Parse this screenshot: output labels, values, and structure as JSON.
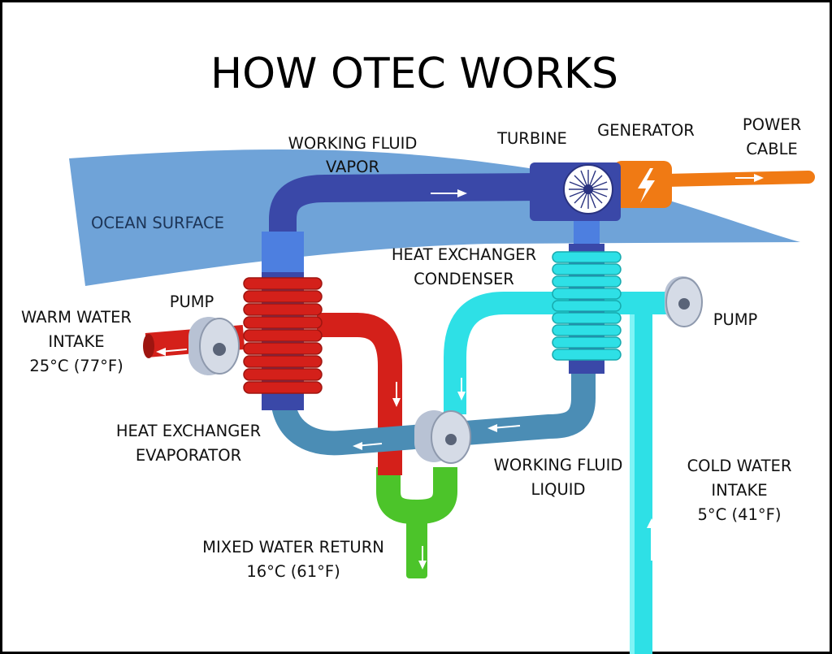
{
  "title": "HOW OTEC WORKS",
  "labels": {
    "ocean_surface": "OCEAN SURFACE",
    "vapor_line1": "WORKING FLUID",
    "vapor_line2": "VAPOR",
    "turbine": "TURBINE",
    "generator": "GENERATOR",
    "power_line1": "POWER",
    "power_line2": "CABLE",
    "condenser_line1": "HEAT EXCHANGER",
    "condenser_line2": "CONDENSER",
    "pump_left": "PUMP",
    "pump_right": "PUMP",
    "warm_line1": "WARM WATER",
    "warm_line2": "INTAKE",
    "warm_line3": "25°C (77°F)",
    "evap_line1": "HEAT EXCHANGER",
    "evap_line2": "EVAPORATOR",
    "liquid_line1": "WORKING FLUID",
    "liquid_line2": "LIQUID",
    "cold_line1": "COLD WATER",
    "cold_line2": "INTAKE",
    "cold_line3": "5°C (41°F)",
    "mixed_line1": "MIXED WATER RETURN",
    "mixed_line2": "16°C (61°F)"
  },
  "colors": {
    "ocean": "#6fa3d8",
    "vapor_pipe": "#3a48a8",
    "liquid_pipe": "#4b8db5",
    "warm_water": "#d4201a",
    "cold_water": "#2ee0e6",
    "mixed_water": "#4cc42a",
    "power_cable": "#f07a14",
    "pump": "#b8c2d4"
  }
}
